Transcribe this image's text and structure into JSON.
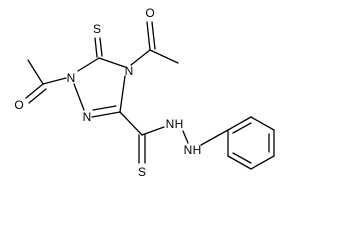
{
  "molecule": {
    "atom_labels": {
      "acetyl_o_right": "O",
      "acetyl_o_left": "O",
      "thione_s": "S",
      "thioamide_s": "S",
      "n4": "N",
      "n1": "N",
      "n2": "N",
      "nh_1": "N",
      "h_1": "H",
      "nh_2": "N",
      "h_2": "H"
    }
  }
}
